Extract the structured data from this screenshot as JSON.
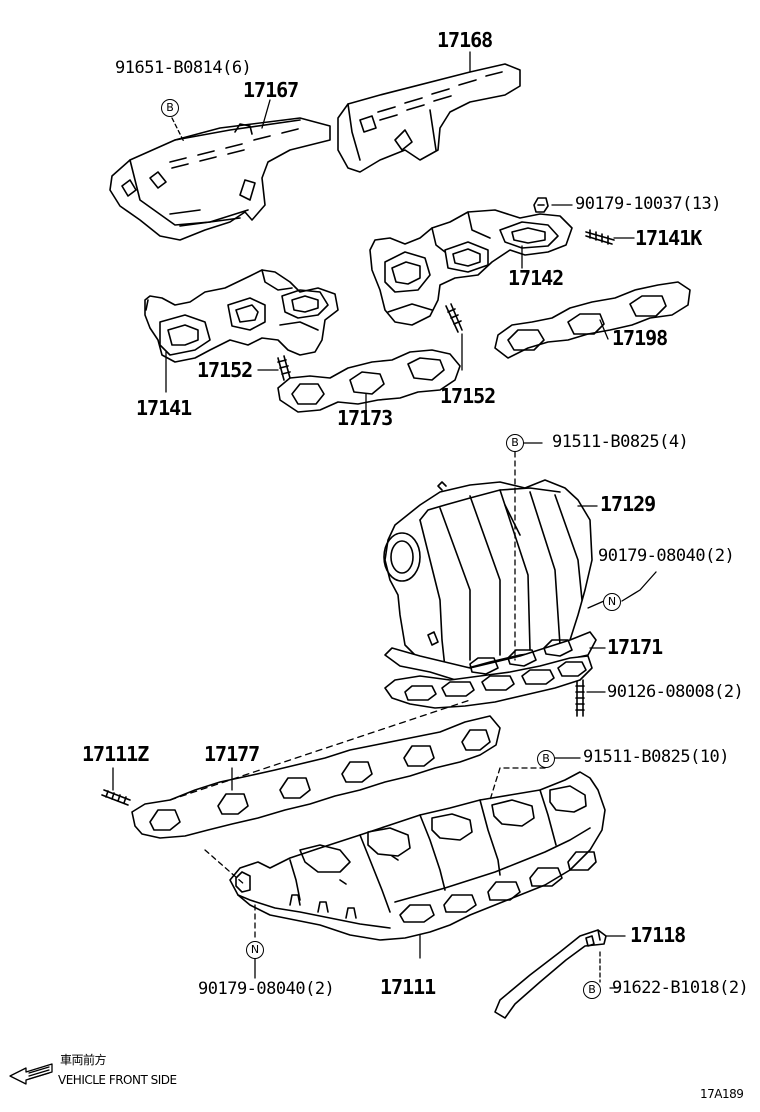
{
  "parts": {
    "p17168": "17168",
    "p91651": "91651-B0814(6)",
    "p17167": "17167",
    "p90179_10037": "90179-10037(13)",
    "p17141K": "17141K",
    "p17142": "17142",
    "p17198": "17198",
    "p17152_left": "17152",
    "p17152_right": "17152",
    "p17141": "17141",
    "p17173": "17173",
    "p91511_top": "91511-B0825(4)",
    "p17129": "17129",
    "p90179_08040_right": "90179-08040(2)",
    "p17171": "17171",
    "p90126": "90126-08008(2)",
    "p17111Z": "17111Z",
    "p17177": "17177",
    "p91511_bottom": "91511-B0825(10)",
    "p17118": "17118",
    "p91622": "91622-B1018(2)",
    "p90179_08040_left": "90179-08040(2)",
    "p17111": "17111"
  },
  "markers": {
    "b": "B",
    "n": "N"
  },
  "legend": {
    "jp": "車両前方",
    "en": "VEHICLE FRONT SIDE"
  },
  "diagram_id": "17A189"
}
